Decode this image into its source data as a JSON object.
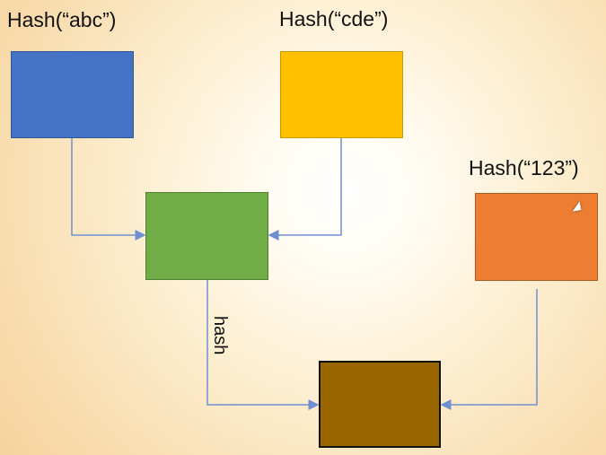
{
  "diagram": {
    "labels": {
      "abc": "Hash(“abc”)",
      "cde": "Hash(“cde”)",
      "num": "Hash(“123”)",
      "edge": "hash"
    },
    "colors": {
      "blue": "#4472c4",
      "yellow": "#ffc000",
      "green": "#70ad47",
      "orange": "#ed7d31",
      "brown": "#996600",
      "connector": "#6f8fd3"
    },
    "nodes": [
      {
        "id": "blue-hash-abc",
        "color": "blue"
      },
      {
        "id": "yellow-hash-cde",
        "color": "yellow"
      },
      {
        "id": "green-combined-hash",
        "color": "green"
      },
      {
        "id": "orange-hash-123",
        "color": "orange"
      },
      {
        "id": "brown-final-hash",
        "color": "brown"
      }
    ],
    "edges": [
      {
        "from": "blue-hash-abc",
        "to": "green-combined-hash"
      },
      {
        "from": "yellow-hash-cde",
        "to": "green-combined-hash"
      },
      {
        "from": "green-combined-hash",
        "to": "brown-final-hash",
        "label": "hash"
      },
      {
        "from": "orange-hash-123",
        "to": "brown-final-hash"
      }
    ]
  }
}
